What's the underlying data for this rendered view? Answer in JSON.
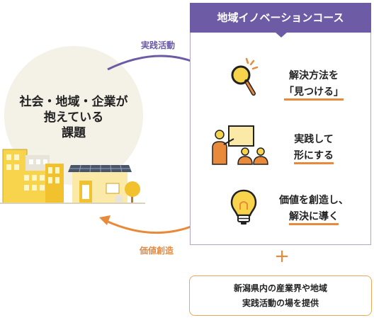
{
  "problem": {
    "line1": "社会・地域・企業が",
    "line2": "抱えている",
    "line3": "課題"
  },
  "panel": {
    "title": "地域イノベーションコース"
  },
  "flow": {
    "top_label": "実践活動",
    "bottom_label": "価値創造"
  },
  "items": [
    {
      "icon": "magnifier-icon",
      "line1": "解決方法を",
      "line2": "「見つける」"
    },
    {
      "icon": "presentation-icon",
      "line1": "実践して",
      "line2": "形にする"
    },
    {
      "icon": "lightbulb-icon",
      "line1": "価値を創造し、",
      "line2": "解決に導く"
    }
  ],
  "plus": "+",
  "support": {
    "line1": "新潟県内の産業界や地域",
    "line2": "実践活動の場を提供"
  },
  "colors": {
    "purple": "#6d5ba6",
    "orange": "#e98a3a",
    "yellow": "#f7d44b",
    "circle_bg": "#f4f1e6"
  }
}
